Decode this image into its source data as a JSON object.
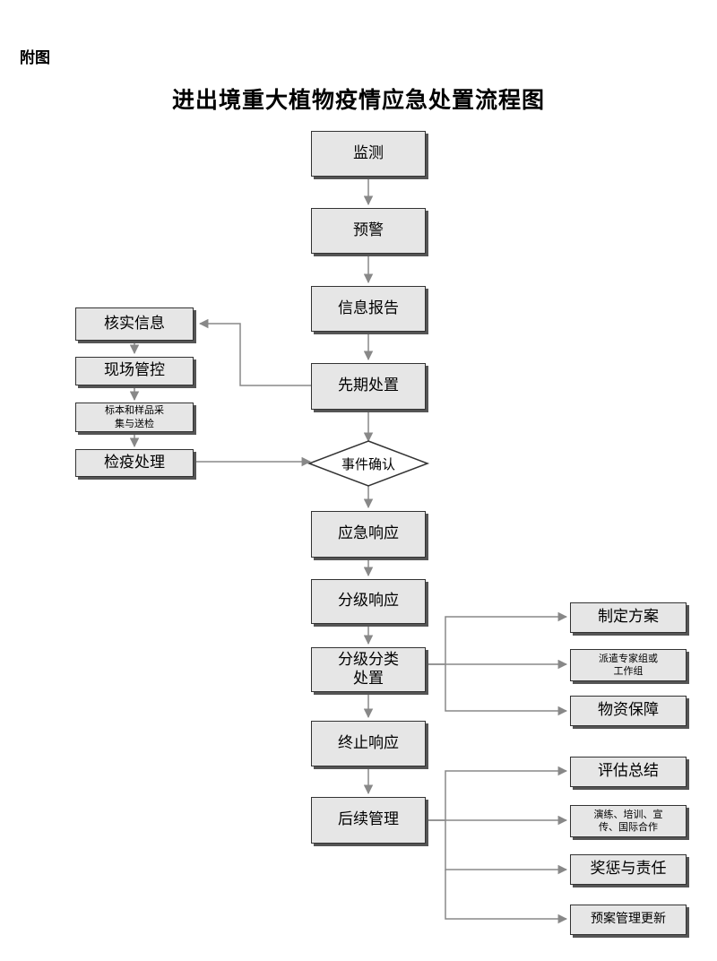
{
  "header": {
    "attachment_label": "附图",
    "title": "进出境重大植物疫情应急处置流程图"
  },
  "nodes": {
    "monitor": "监测",
    "warning": "预警",
    "info_report": "信息报告",
    "initial_disposal": "先期处置",
    "event_confirm": "事件确认",
    "emergency_response": "应急响应",
    "graded_response": "分级响应",
    "graded_disposal": "分级分类\n处置",
    "terminate_response": "终止响应",
    "followup_management": "后续管理",
    "verify_info": "核实信息",
    "site_control": "现场管控",
    "sample_collection": "标本和样品采\n集与送检",
    "quarantine_treatment": "检疫处理",
    "make_plan": "制定方案",
    "dispatch_experts": "派遣专家组或\n工作组",
    "material_support": "物资保障",
    "evaluate_summary": "评估总结",
    "drills_training": "演练、培训、宣\n传、国际合作",
    "rewards_responsibility": "奖惩与责任",
    "plan_update": "预案管理更新"
  },
  "colors": {
    "box_fill": "#e6e6e6",
    "box_border": "#333333",
    "connector": "#888888"
  }
}
